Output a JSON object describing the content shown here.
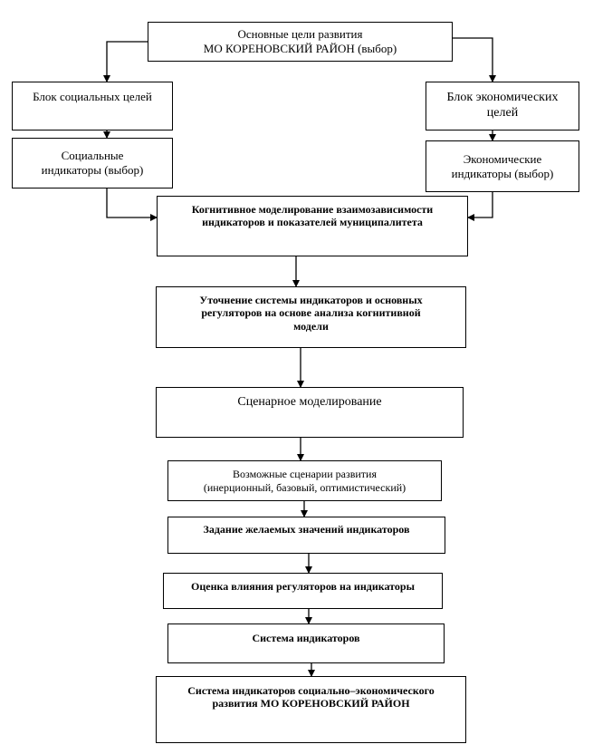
{
  "boxes": {
    "goals": {
      "lines": [
        "Основные цели развития",
        "МО КОРЕНОВСКИЙ РАЙОН (выбор)"
      ]
    },
    "social_block": {
      "lines": [
        "Блок социальных целей"
      ]
    },
    "economic_block": {
      "lines": [
        "Блок экономических",
        "целей"
      ]
    },
    "social_indicators": {
      "lines": [
        "Социальные",
        "индикаторы (выбор)"
      ]
    },
    "economic_indicators": {
      "lines": [
        "Экономические",
        "индикаторы (выбор)"
      ]
    },
    "cognitive": {
      "lines": [
        "Когнитивное моделирование взаимозависимости",
        "индикаторов и показателей муниципалитета"
      ]
    },
    "refine": {
      "lines": [
        "Уточнение системы индикаторов и основных",
        "регуляторов на основе анализа когнитивной",
        "модели"
      ]
    },
    "scenario_modeling": {
      "lines": [
        "Сценарное моделирование"
      ]
    },
    "scenarios": {
      "lines": [
        "Возможные сценарии развития",
        "(инерционный, базовый, оптимистический)"
      ]
    },
    "targets": {
      "lines": [
        "Задание желаемых значений индикаторов"
      ]
    },
    "influence": {
      "lines": [
        "Оценка влияния регуляторов на индикаторы"
      ]
    },
    "system": {
      "lines": [
        "Система индикаторов"
      ]
    },
    "final": {
      "lines": [
        "Система индикаторов социально–экономического",
        "развития МО КОРЕНОВСКИЙ РАЙОН"
      ]
    }
  }
}
